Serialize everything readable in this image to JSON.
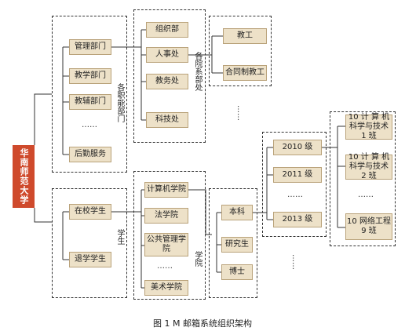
{
  "root": "华南师范大学",
  "depts": {
    "label": "各职能部门",
    "items": [
      "管理部门",
      "教学部门",
      "教辅部门",
      "后勤服务"
    ],
    "dots": "……"
  },
  "offices": {
    "label": "各院系部处",
    "items": [
      "组织部",
      "人事处",
      "教务处",
      "科技处"
    ]
  },
  "staff": {
    "items": [
      "教工",
      "合同制教工"
    ],
    "dots": "……"
  },
  "students": {
    "label": "学生",
    "items": [
      "在校学生",
      "退学学生"
    ]
  },
  "colleges": {
    "label": "学院",
    "items": [
      "计算机学院",
      "法学院",
      "公共管理学院",
      "美术学院"
    ],
    "dots": "……"
  },
  "degrees": {
    "items": [
      "本科",
      "研究生",
      "博士"
    ],
    "dots": "……"
  },
  "years": {
    "items": [
      "2010 级",
      "2011 级",
      "2013 级"
    ],
    "dots": "……"
  },
  "classes": {
    "items": [
      "10 计 算 机科学与技术 1 班",
      "10 计 算 机科学与技术 2 班",
      "10 网络工程 9 班"
    ],
    "dots": "……"
  },
  "caption": "图 1  M 邮箱系统组织架构"
}
